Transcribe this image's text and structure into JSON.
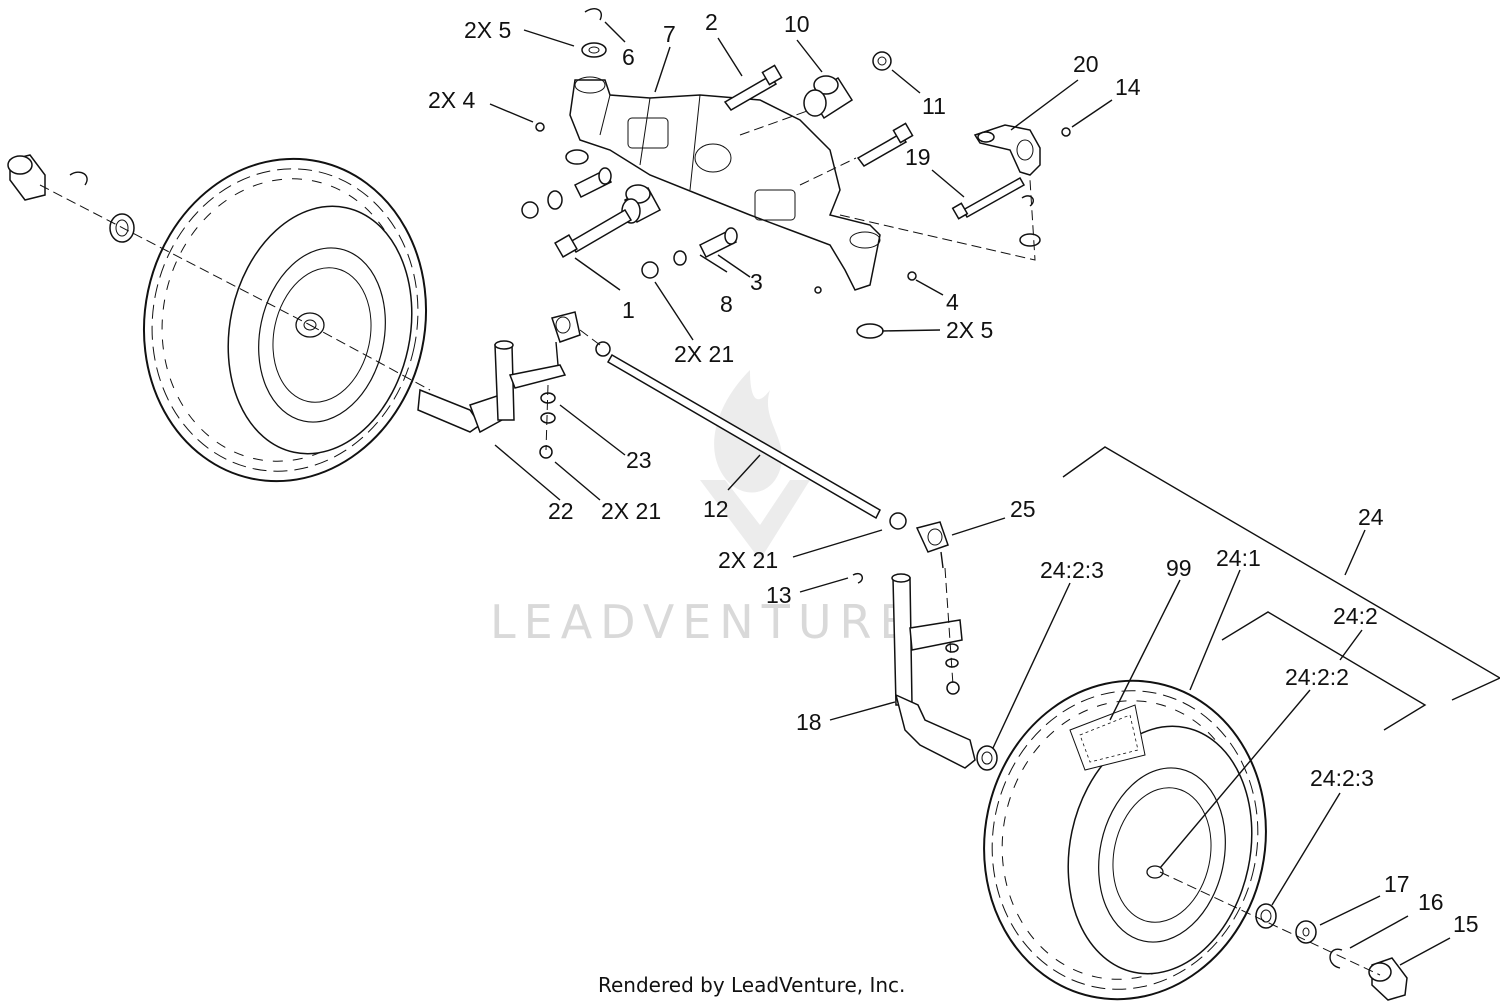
{
  "labels": {
    "l1": "1",
    "l2": "2",
    "l3": "3",
    "l4a": "2X 4",
    "l4b": "4",
    "l5a": "2X 5",
    "l5b": "2X 5",
    "l6": "6",
    "l7": "7",
    "l8": "8",
    "l10": "10",
    "l11": "11",
    "l12": "12",
    "l13": "13",
    "l14": "14",
    "l15": "15",
    "l16": "16",
    "l17": "17",
    "l18": "18",
    "l19": "19",
    "l20": "20",
    "l21a": "2X 21",
    "l21b": "2X 21",
    "l21c": "2X 21",
    "l22": "22",
    "l23": "23",
    "l24": "24",
    "l241": "24:1",
    "l242": "24:2",
    "l2422": "24:2:2",
    "l2423a": "24:2:3",
    "l2423b": "24:2:3",
    "l25": "25",
    "l99": "99"
  },
  "watermark": "LEADVENTURE",
  "footer": "Rendered by LeadVenture, Inc."
}
